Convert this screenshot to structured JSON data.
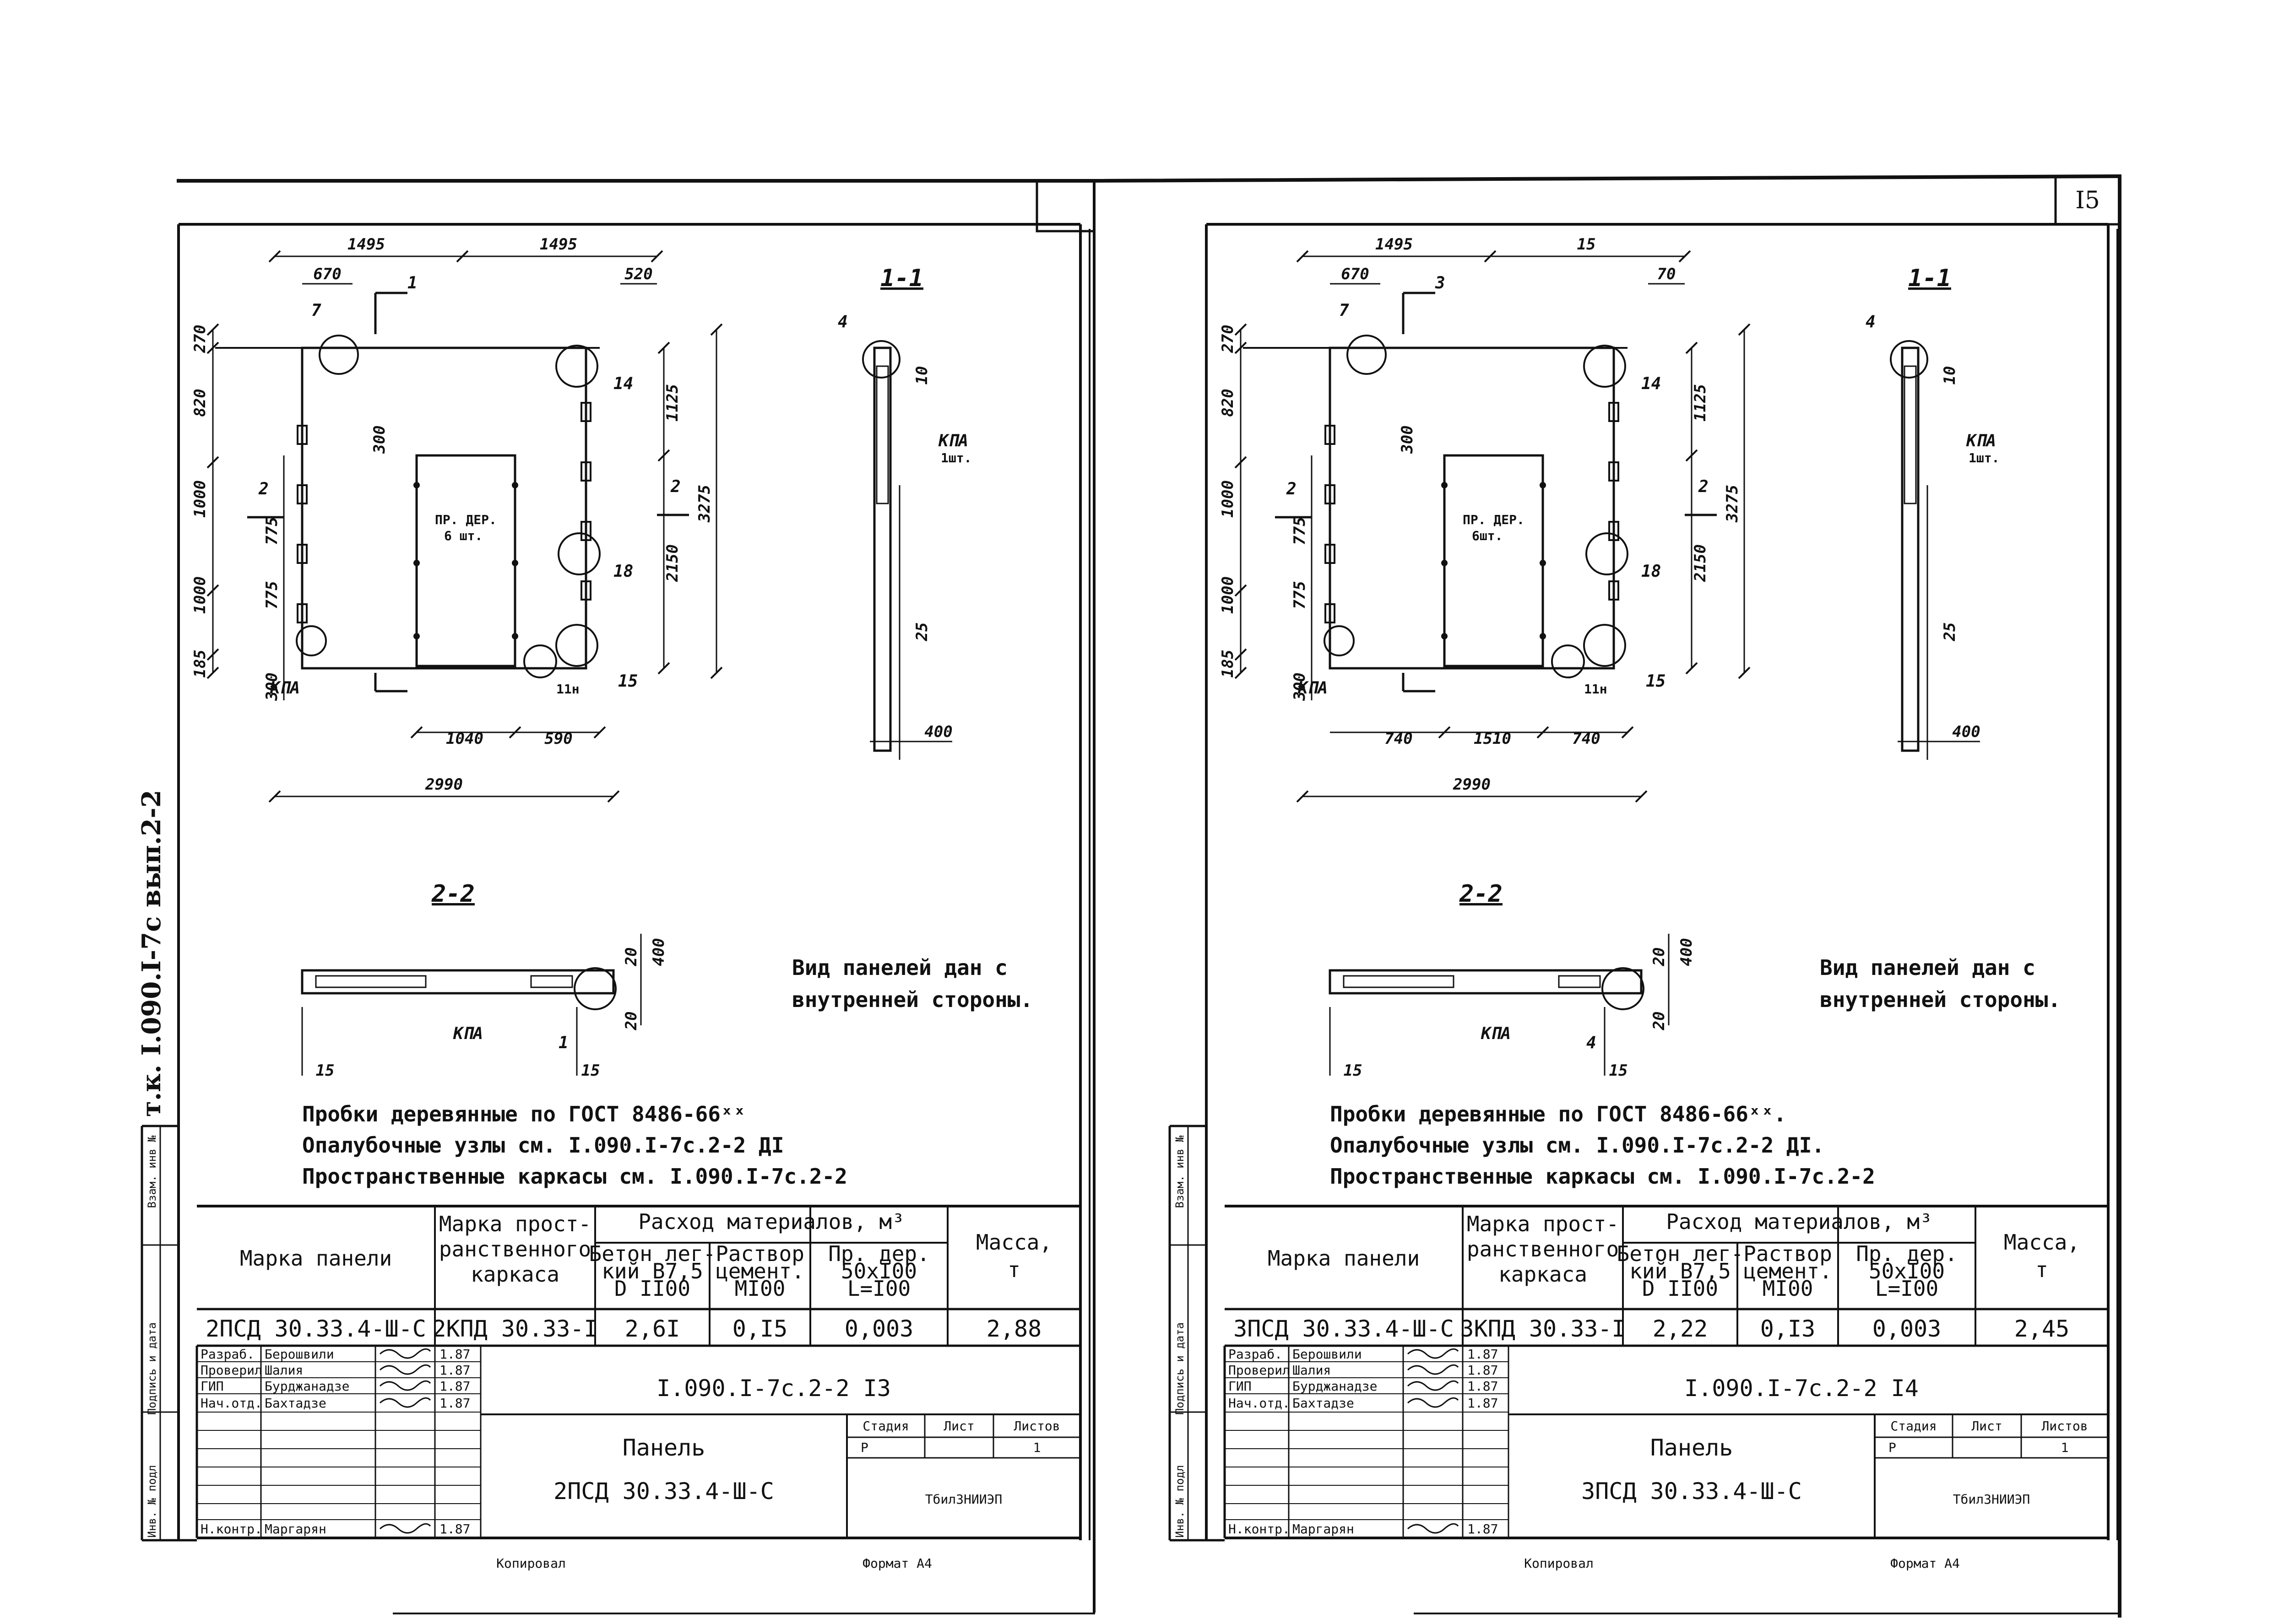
{
  "side_code": "т.к. I.090.I-7c вып.2-2",
  "page_number": "I5",
  "common": {
    "section_1": "1-1",
    "section_2": "2-2",
    "kpa": "КПА",
    "kpa_count": "1шт.",
    "plug_label_1": "ПР. ДЕР.",
    "table_header": {
      "panel_mark": "Марка панели",
      "frame_mark": [
        "Марка прост-",
        "ранственного",
        "каркаса"
      ],
      "materials": "Расход материалов, м³",
      "concrete": [
        "Бетон лег-",
        "кий В7,5",
        "D II00"
      ],
      "mortar": [
        "Раствор",
        "цемент.",
        "МI00"
      ],
      "wood": [
        "Пр. дер.",
        "50хI00",
        "L=I00"
      ],
      "mass": [
        "Масса,",
        "т"
      ]
    },
    "stamp_labels": {
      "dev": "Разраб.",
      "check": "Проверил",
      "gip": "ГИП",
      "head": "Нач.отд.",
      "nk": "Н.контр.",
      "stage": "Стадия",
      "sheet": "Лист",
      "sheets": "Листов",
      "stage_val": "Р",
      "sheets_val": "1",
      "org": "ТбилЗНИИЭП"
    },
    "people": {
      "dev": "Берошвили",
      "check": "Шалия",
      "gip": "Бурджанадзе",
      "head": "Бахтадзе",
      "nk": "Маргарян"
    },
    "dates": {
      "dev": "1.87",
      "check": "1.87",
      "gip": "1.87",
      "head": "1.87",
      "nk": "1.87"
    },
    "panel_word": "Панель",
    "copied": "Копировал",
    "format": "Формат А4",
    "side_block": [
      "Инв. № подл",
      "Подпись и дата",
      "Взам. инв №"
    ]
  },
  "sheets": [
    {
      "dims": {
        "top1": "1495",
        "top2": "1495",
        "d670": "670",
        "d520": "520",
        "left": [
          "270",
          "820",
          "1000",
          "1000",
          "185"
        ],
        "inner_left": [
          "300",
          "775",
          "775",
          "300"
        ],
        "right_inner": [
          "1125",
          "2150"
        ],
        "right_total": "3275",
        "bottom1": "1040",
        "bottom2": "590",
        "total_w": "2990",
        "s_10": "10",
        "s_25": "25",
        "s_400": "400",
        "s22_20a": "20",
        "s22_400": "400",
        "s22_20b": "20",
        "s22_15a": "15",
        "s22_15b": "15"
      },
      "labels": {
        "c7": "7",
        "c14": "14",
        "c18": "18",
        "c15": "15",
        "c11": "11н",
        "s1": "1",
        "s2": "2",
        "c4": "4",
        "l1": "1",
        "plug_count": "6 шт."
      },
      "view_note": [
        "Вид панелей дан с",
        "внутренней стороны."
      ],
      "notes": [
        "Пробки деревянные по ГОСТ 8486-66ˣˣ",
        "Опалубочные узлы см. I.090.I-7с.2-2 ДI",
        "Пространственные каркасы см. I.090.I-7с.2-2"
      ],
      "row": {
        "panel": "2ПСД 30.33.4-Ш-С",
        "frame": "2КПД 30.33-I",
        "concrete": "2,6I",
        "mortar": "0,I5",
        "wood": "0,003",
        "mass": "2,88"
      },
      "doc_code": "I.090.I-7с.2-2 I3",
      "panel_name": "2ПСД 30.33.4-Ш-С"
    },
    {
      "dims": {
        "top1": "1495",
        "top2": "15",
        "d670": "670",
        "d520": "70",
        "left": [
          "270",
          "820",
          "1000",
          "1000",
          "185"
        ],
        "inner_left": [
          "300",
          "775",
          "775",
          "300"
        ],
        "right_inner": [
          "1125",
          "2150"
        ],
        "right_total": "3275",
        "bottom0": "740",
        "bottom1": "1510",
        "bottom2": "740",
        "total_w": "2990",
        "s_10": "10",
        "s_25": "25",
        "s_400": "400",
        "s22_20a": "20",
        "s22_400": "400",
        "s22_20b": "20",
        "s22_15a": "15",
        "s22_15b": "15"
      },
      "labels": {
        "c7": "7",
        "c14": "14",
        "c18": "18",
        "c15": "15",
        "c11": "11н",
        "s1": "3",
        "s2": "2",
        "c4": "4",
        "l1": "4",
        "plug_count": "6шт."
      },
      "view_note": [
        "Вид панелей дан с",
        "внутренней стороны."
      ],
      "notes": [
        "Пробки деревянные по ГОСТ 8486-66ˣˣ.",
        "Опалубочные узлы см. I.090.I-7с.2-2 ДI.",
        "Пространственные каркасы см. I.090.I-7с.2-2"
      ],
      "row": {
        "panel": "3ПСД 30.33.4-Ш-С",
        "frame": "3КПД 30.33-I",
        "concrete": "2,22",
        "mortar": "0,I3",
        "wood": "0,003",
        "mass": "2,45"
      },
      "doc_code": "I.090.I-7с.2-2 I4",
      "panel_name": "3ПСД 30.33.4-Ш-С"
    }
  ]
}
